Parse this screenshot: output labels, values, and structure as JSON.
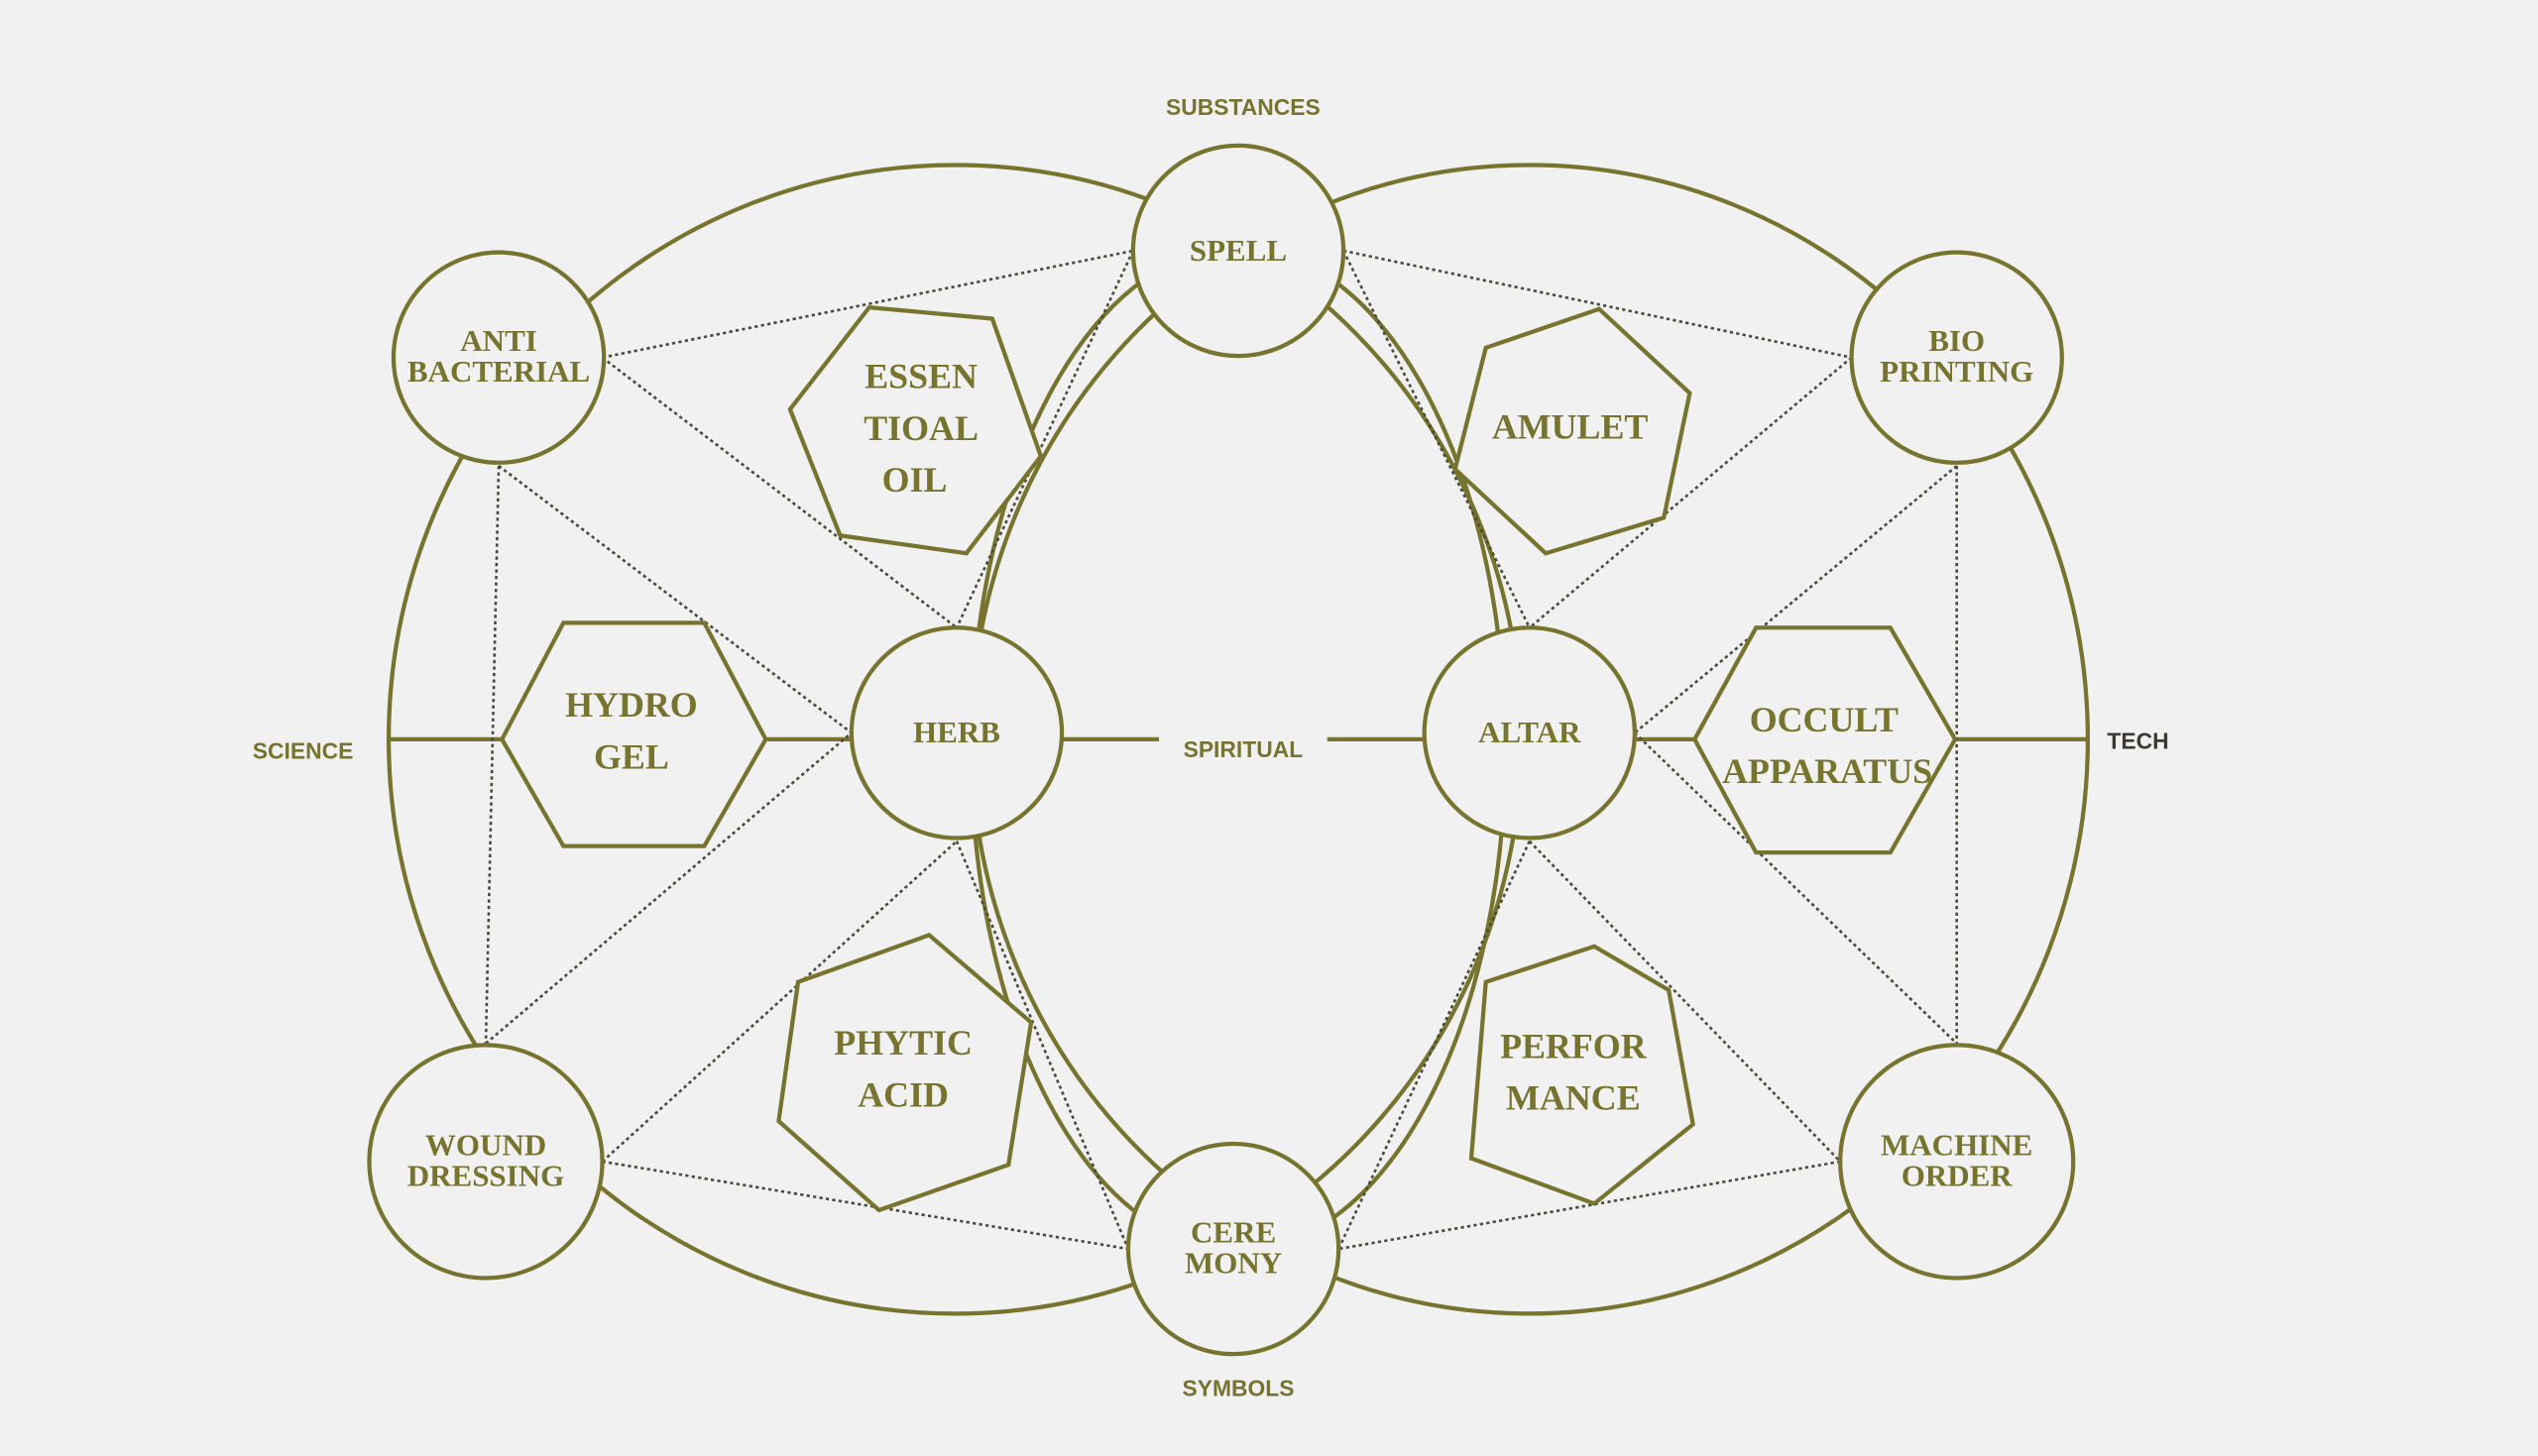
{
  "colors": {
    "accent": "#77742f",
    "background": "#f2f1f1",
    "dotted": "#4a4a3c"
  },
  "axes": {
    "top": "SUBSTANCES",
    "left": "SCIENCE",
    "center": "SPIRITUAL",
    "right": "TECH",
    "bottom": "SYMBOLS"
  },
  "nodes": [
    {
      "lines": [
        "SPELL"
      ]
    },
    {
      "lines": [
        "ANTI",
        "BACTERIAL"
      ]
    },
    {
      "lines": [
        "BIO",
        "PRINTING"
      ]
    },
    {
      "lines": [
        "HERB"
      ]
    },
    {
      "lines": [
        "ALTAR"
      ]
    },
    {
      "lines": [
        "WOUND",
        "DRESSING"
      ]
    },
    {
      "lines": [
        "MACHINE",
        "ORDER"
      ]
    },
    {
      "lines": [
        "CERE",
        "MONY"
      ]
    }
  ],
  "polygons": [
    {
      "lines": [
        "ESSEN",
        "TIOAL",
        "OIL"
      ]
    },
    {
      "lines": [
        "AMULET"
      ]
    },
    {
      "lines": [
        "HYDRO",
        "GEL"
      ]
    },
    {
      "lines": [
        "OCCULT",
        "APPARATUS"
      ]
    },
    {
      "lines": [
        "PHYTIC",
        "ACID"
      ]
    },
    {
      "lines": [
        "PERFOR",
        "MANCE"
      ]
    }
  ]
}
